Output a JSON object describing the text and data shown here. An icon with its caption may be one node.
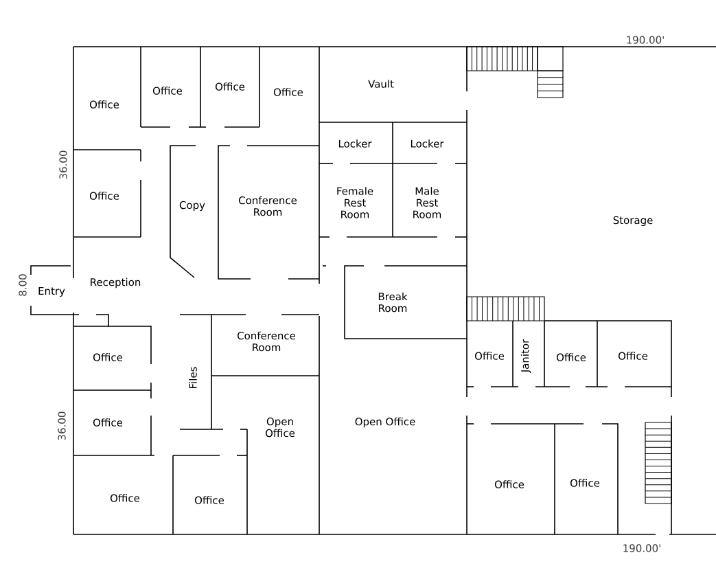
{
  "diagram": {
    "labels": [
      "190.00'",
      "Office",
      "Office",
      "Office",
      "Office",
      "Vault",
      "Locker",
      "Locker",
      "36.00",
      "Office",
      "Copy",
      "Conference Room",
      "Female Rest Room",
      "Male Rest Room",
      "Storage",
      "Reception",
      "8.00",
      "Entry",
      "Break Room",
      "Conference Room",
      "Office",
      "Office",
      "Janitor",
      "Office",
      "Office",
      "Files",
      "Office",
      "36.00",
      "Open Office",
      "Open Office",
      "Office",
      "Office",
      "Office",
      "Office",
      "190.00'"
    ]
  }
}
